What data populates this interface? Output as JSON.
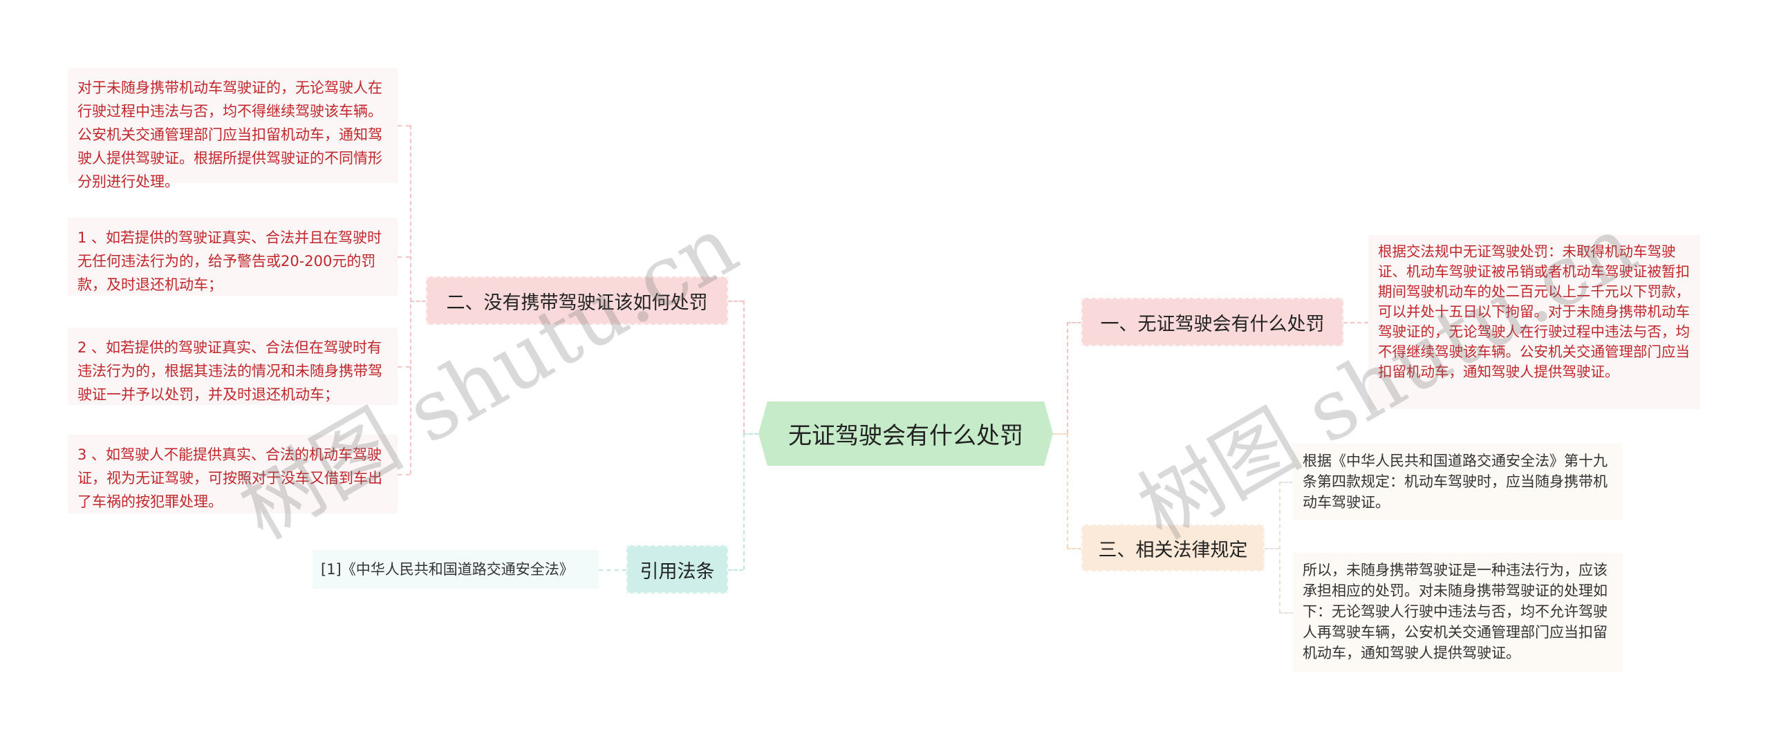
{
  "center": {
    "label": "无证驾驶会有什么处罚"
  },
  "left": {
    "branch_two": {
      "label": "二、没有携带驾驶证该如何处罚",
      "children": [
        "对于未随身携带机动车驾驶证的，无论驾驶人在行驶过程中违法与否，均不得继续驾驶该车辆。公安机关交通管理部门应当扣留机动车，通知驾驶人提供驾驶证。根据所提供驾驶证的不同情形分别进行处理。",
        " 1 、如若提供的驾驶证真实、合法并且在驾驶时无任何违法行为的，给予警告或20-200元的罚款，及时退还机动车；",
        " 2 、如若提供的驾驶证真实、合法但在驾驶时有违法行为的，根据其违法的情况和未随身携带驾驶证一并予以处罚，并及时退还机动车；",
        " 3 、如驾驶人不能提供真实、合法的机动车驾驶证，视为无证驾驶，可按照对于没车又借到车出了车祸的按犯罪处理。"
      ]
    },
    "citation": {
      "label": "引用法条",
      "children": [
        "[1]《中华人民共和国道路交通安全法》"
      ]
    }
  },
  "right": {
    "branch_one": {
      "label": "一、无证驾驶会有什么处罚",
      "children": [
        "根据交法规中无证驾驶处罚：未取得机动车驾驶证、机动车驾驶证被吊销或者机动车驾驶证被暂扣期间驾驶机动车的处二百元以上二千元以下罚款，可以并处十五日以下拘留。对于未随身携带机动车驾驶证的，无论驾驶人在行驶过程中违法与否，均不得继续驾驶该车辆。公安机关交通管理部门应当扣留机动车，通知驾驶人提供驾驶证。"
      ]
    },
    "branch_three": {
      "label": "三、相关法律规定",
      "children": [
        "根据《中华人民共和国道路交通安全法》第十九条第四款规定：机动车驾驶时，应当随身携带机动车驾驶证。",
        "所以，未随身携带驾驶证是一种违法行为，应该承担相应的处罚。对未随身携带驾驶证的处理如下：无论驾驶人行驶中违法与否，均不允许驾驶人再驾驶车辆，公安机关交通管理部门应当扣留机动车，通知驾驶人提供驾驶证。"
      ]
    }
  },
  "watermarks": [
    "树图 shutu.cn",
    "树图 shutu.cn"
  ],
  "colors": {
    "center_fill": "#c6ebc9",
    "red_branch_fill": "#f9d9d9",
    "orange_branch_fill": "#fbe9d9",
    "teal_branch_fill": "#cdeee9",
    "red_text": "#c0272d",
    "dark_text": "#333333"
  }
}
